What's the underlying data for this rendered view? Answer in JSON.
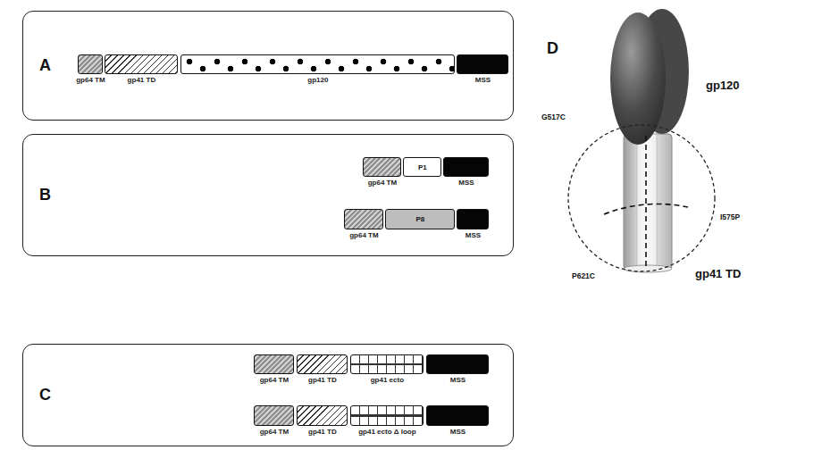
{
  "diagram": {
    "nodes": [
      {
        "text": [
          "A"
        ]
      },
      {
        "text": [
          "gp64 TM"
        ],
        "in": 0
      },
      {
        "text": [
          "gp41 TD"
        ],
        "in": 0
      },
      {
        "text": [
          "gp120"
        ],
        "in": 0
      },
      {
        "text": [
          "MSS"
        ],
        "in": 0
      },
      {
        "text": [
          "B"
        ]
      },
      {
        "text": [
          "gp64 TM"
        ],
        "in": 5
      },
      {
        "text": [
          "P1"
        ],
        "in": 5
      },
      {
        "text": [
          "MSS"
        ],
        "in": 5
      },
      {
        "text": [
          "gp64 TM"
        ],
        "in": 5
      },
      {
        "text": [
          "P8"
        ],
        "in": 5
      },
      {
        "text": [
          "MSS"
        ],
        "in": 5
      },
      {
        "text": [
          "C"
        ]
      },
      {
        "text": [
          "gp64 TM"
        ],
        "in": 12
      },
      {
        "text": [
          "gp41 TD"
        ],
        "in": 12
      },
      {
        "text": [
          "gp41 ecto"
        ],
        "in": 12
      },
      {
        "text": [
          "MSS"
        ],
        "in": 12
      },
      {
        "text": [
          "gp64 TM"
        ],
        "in": 12
      },
      {
        "text": [
          "gp41 TD"
        ],
        "in": 12
      },
      {
        "text": [
          "gp41 ecto Δ loop"
        ],
        "in": 12
      },
      {
        "text": [
          "MSS"
        ],
        "in": 12
      }
    ],
    "labels": [
      "D",
      "gp120",
      "G517C",
      "I575P",
      "P621C",
      "gp41 TD"
    ]
  }
}
